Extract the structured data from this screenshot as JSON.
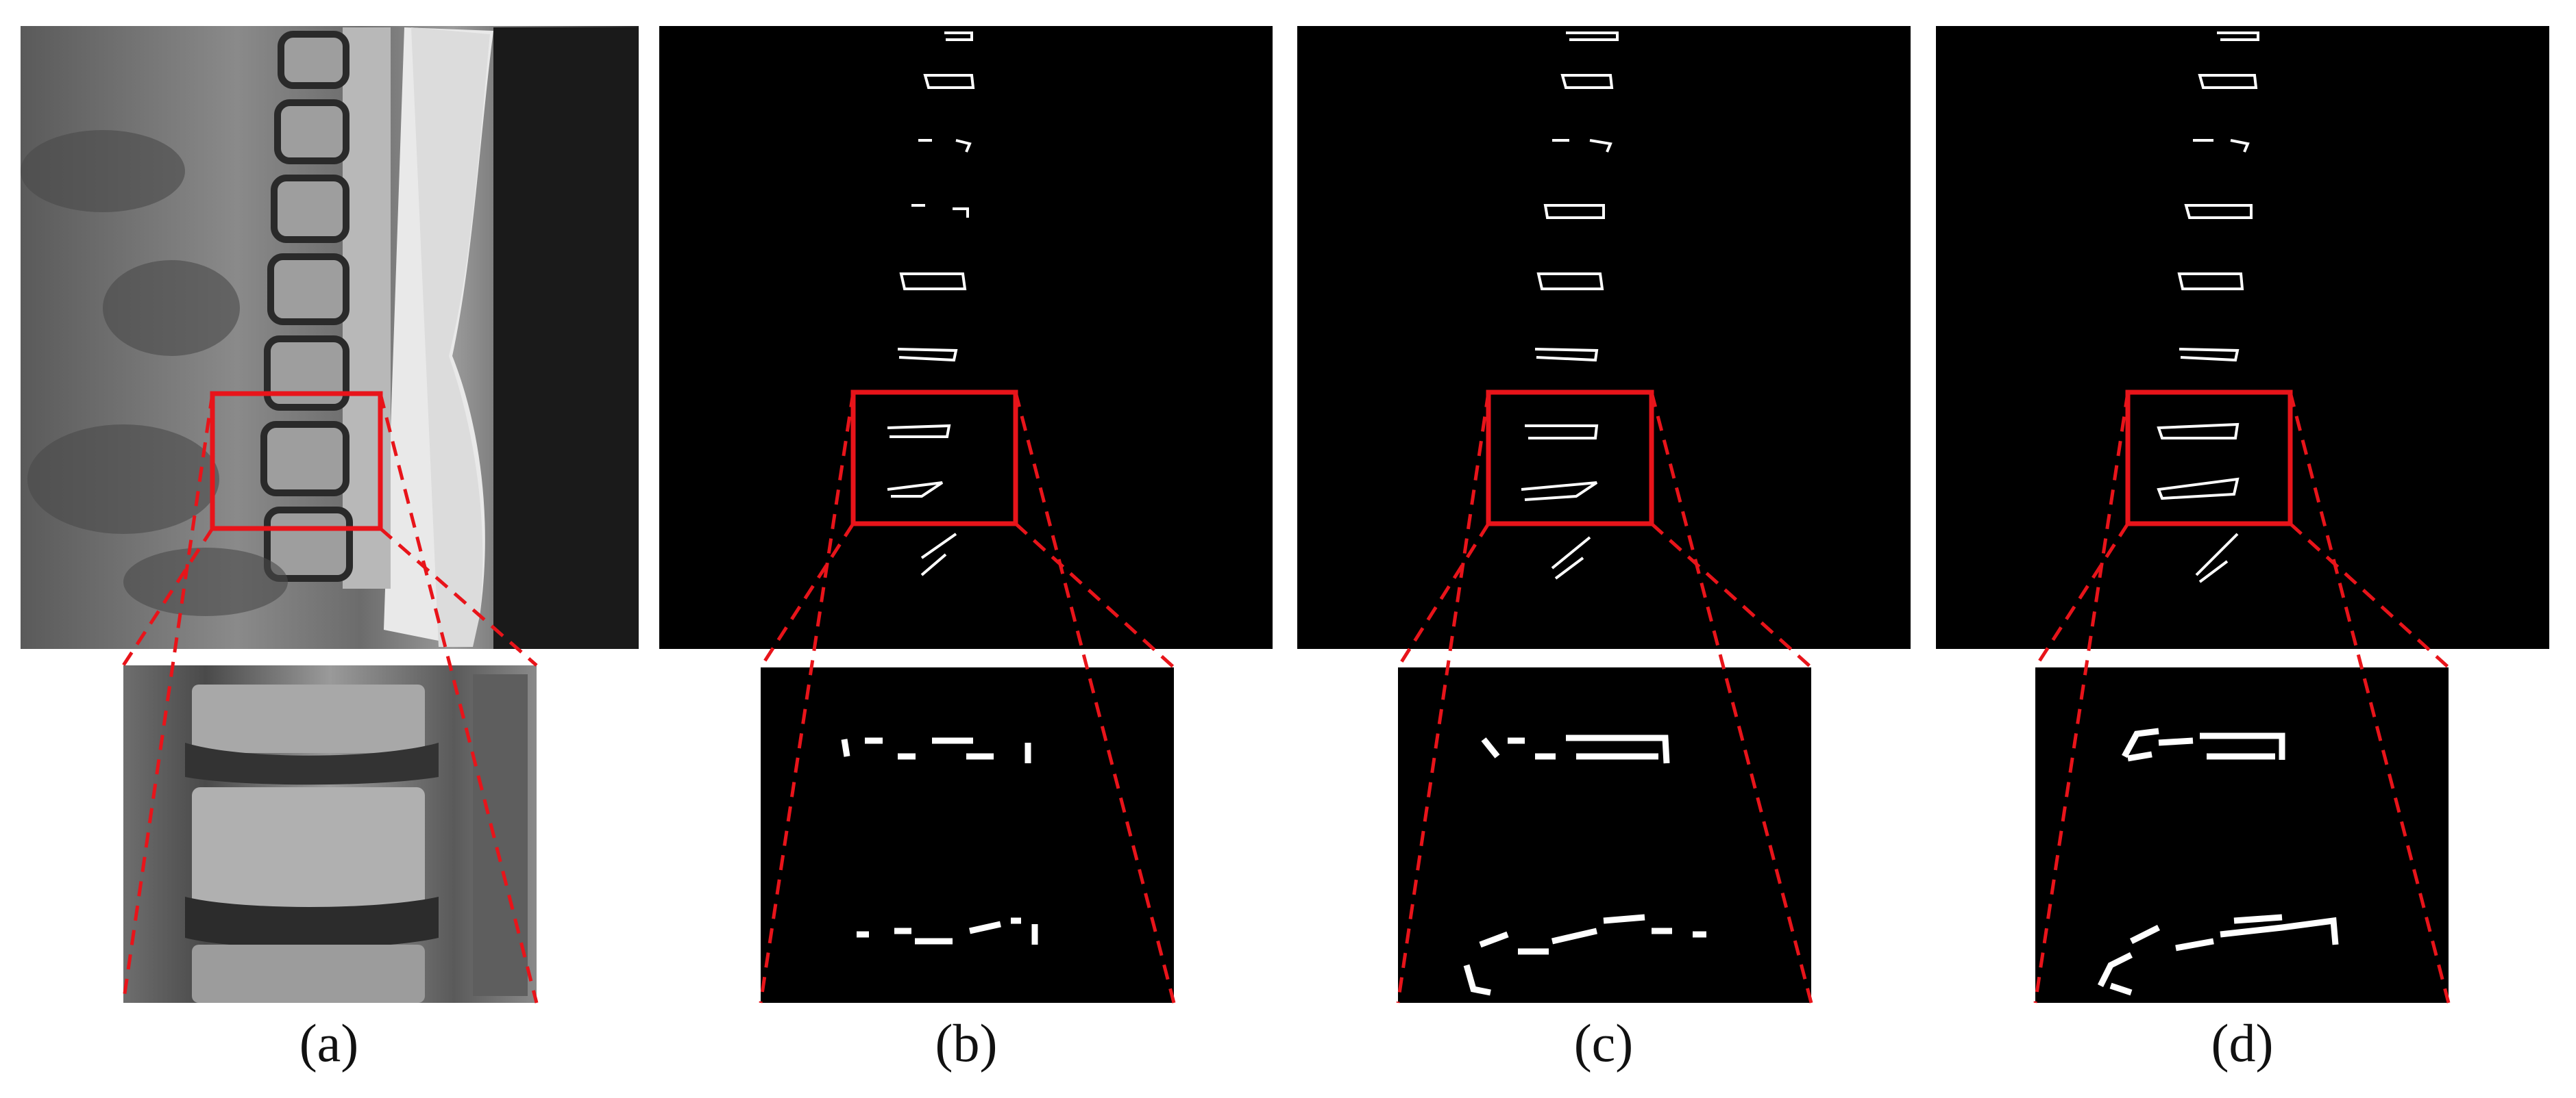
{
  "panels": [
    {
      "id": "a",
      "label": "(a)",
      "kind": "mri-slice"
    },
    {
      "id": "b",
      "label": "(b)",
      "kind": "edge-map"
    },
    {
      "id": "c",
      "label": "(c)",
      "kind": "edge-map"
    },
    {
      "id": "d",
      "label": "(d)",
      "kind": "edge-map"
    }
  ],
  "colors": {
    "highlight_box": "#e8141a",
    "zoom_connector": "#e8141a",
    "edge_panel_background": "#000000",
    "edge_lines": "#ffffff",
    "page_background": "#ffffff"
  },
  "icons": {
    "connector_style": "dashed-red-lines",
    "box_style": "solid-red-rectangle"
  }
}
